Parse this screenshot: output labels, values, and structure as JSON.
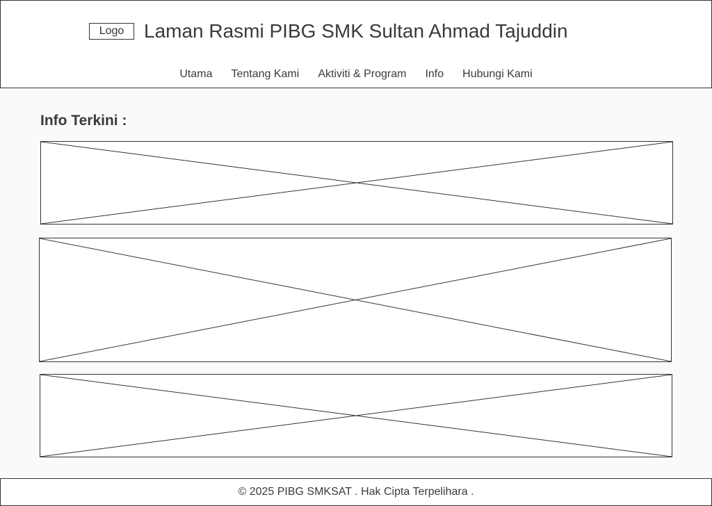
{
  "header": {
    "logo_label": "Logo",
    "site_title": "Laman Rasmi PIBG SMK Sultan Ahmad Tajuddin"
  },
  "nav": {
    "items": [
      {
        "label": "Utama"
      },
      {
        "label": "Tentang Kami"
      },
      {
        "label": "Aktiviti & Program"
      },
      {
        "label": "Info"
      },
      {
        "label": "Hubungi Kami"
      }
    ]
  },
  "main": {
    "section_title": "Info Terkini :",
    "news_items": [
      {
        "icon": "image-placeholder-icon"
      },
      {
        "icon": "image-placeholder-icon"
      },
      {
        "icon": "image-placeholder-icon"
      }
    ]
  },
  "footer": {
    "copyright": "© 2025 PIBG SMKSAT . Hak Cipta Terpelihara ."
  }
}
